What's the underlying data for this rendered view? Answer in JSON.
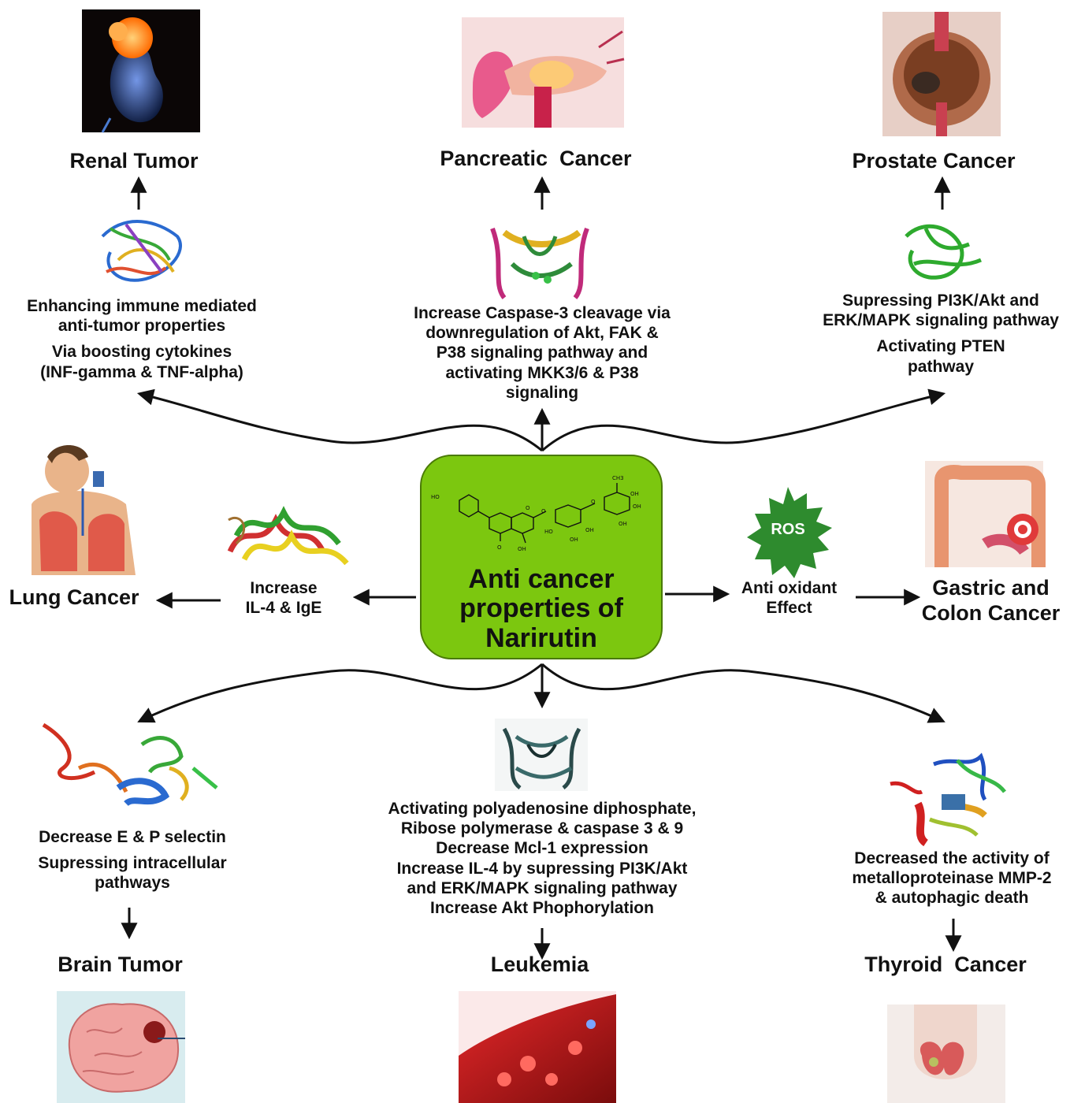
{
  "center": {
    "title": "Anti cancer properties of Narirutin",
    "molecule_labels": [
      "HO",
      "OH",
      "OH",
      "HO",
      "OH",
      "OH",
      "OH",
      "CH3",
      "OH",
      "O",
      "O",
      "O",
      "O"
    ]
  },
  "branches": {
    "renal": {
      "cancer": "Renal Tumor",
      "mechanism": [
        "Enhancing immune mediated",
        "anti-tumor properties",
        "Via boosting cytokines",
        "(INF-gamma & TNF-alpha)"
      ]
    },
    "pancreatic": {
      "cancer": "Pancreatic  Cancer",
      "mechanism": [
        "Increase Caspase-3 cleavage via",
        "downregulation of Akt, FAK &",
        "P38 signaling pathway and",
        "activating MKK3/6 & P38",
        "signaling"
      ]
    },
    "prostate": {
      "cancer": "Prostate Cancer",
      "mechanism": [
        "Supressing PI3K/Akt and",
        "ERK/MAPK signaling pathway",
        "Activating PTEN",
        "pathway"
      ]
    },
    "lung": {
      "cancer": "Lung Cancer",
      "mechanism": [
        "Increase",
        "IL-4 & IgE"
      ]
    },
    "gastric": {
      "cancer": [
        "Gastric and",
        "Colon Cancer"
      ],
      "mechanism": [
        "Anti oxidant",
        "Effect"
      ],
      "badge": "ROS"
    },
    "brain": {
      "cancer": "Brain Tumor",
      "mechanism": [
        "Decrease E & P selectin",
        "Supressing intracellular",
        "pathways"
      ]
    },
    "leukemia": {
      "cancer": "Leukemia",
      "mechanism": [
        "Activating polyadenosine diphosphate,",
        "Ribose polymerase & caspase 3 & 9",
        "Decrease Mcl-1 expression",
        "Increase IL-4 by supressing PI3K/Akt",
        "and ERK/MAPK signaling pathway",
        "Increase Akt Phophorylation"
      ]
    },
    "thyroid": {
      "cancer": "Thyroid  Cancer",
      "mechanism": [
        "Decreased the activity of",
        "metalloproteinase MMP-2",
        "& autophagic death"
      ]
    }
  },
  "colors": {
    "center_fill": "#7cc70f",
    "ros_fill": "#2e8b2e",
    "arrow": "#111111"
  }
}
